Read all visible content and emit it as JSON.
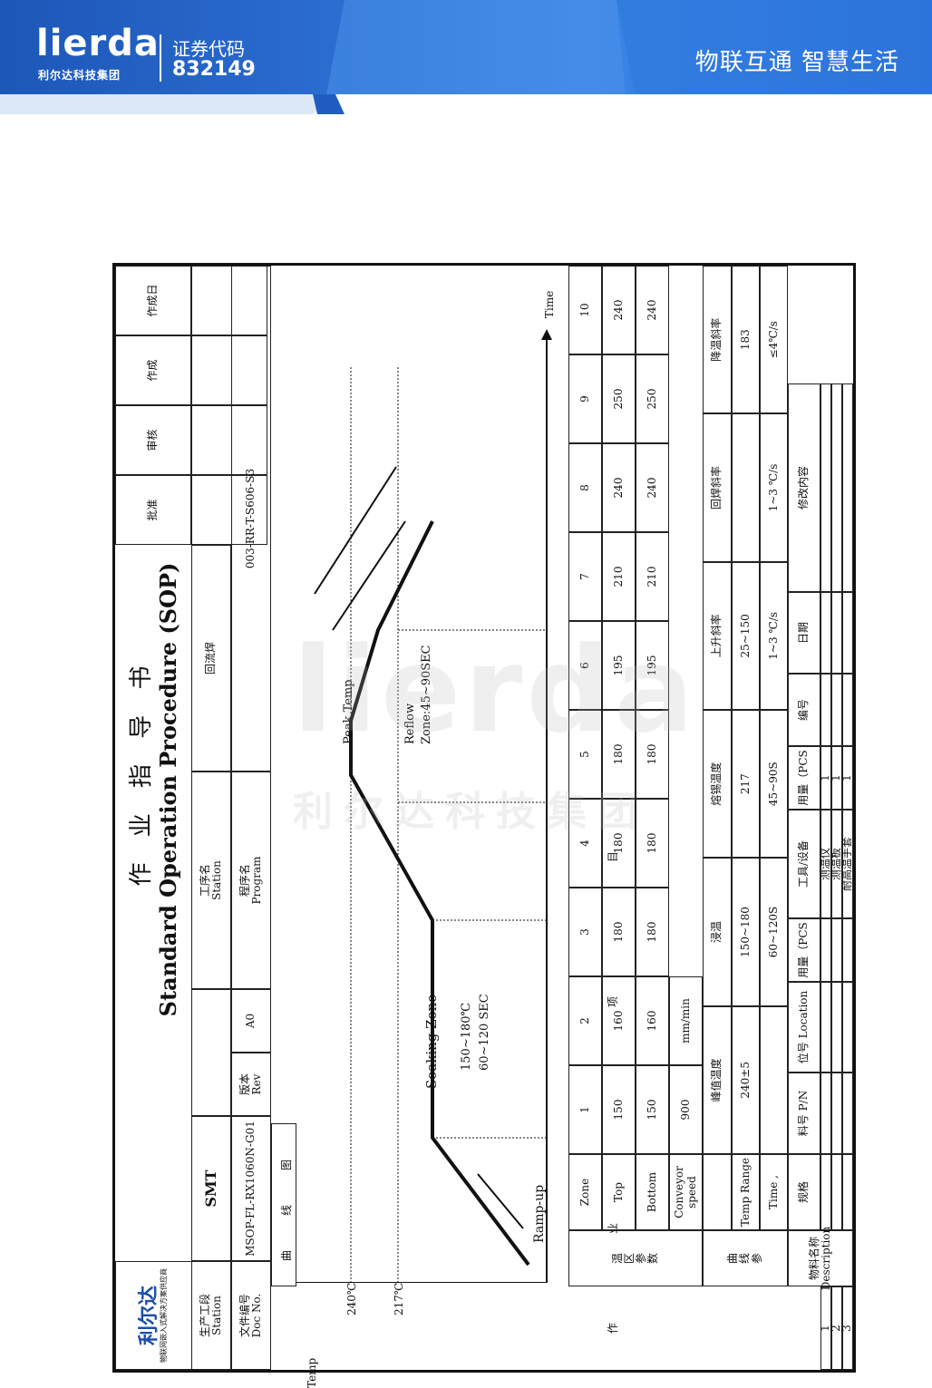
{
  "banner": {
    "logo_text": "lierda",
    "logo_sub": "利尔达科技集团",
    "stock_label": "证券代码",
    "stock_code": "832149",
    "slogan": "物联互通  智慧生活"
  },
  "watermark": {
    "text": "lierda",
    "sub": "利尔达科技集团"
  },
  "sop": {
    "company_logo": "利尔达",
    "logo_caption": "物联网嵌入式解决方案供应商",
    "title_cn": "作 业 指 导 书",
    "title_en": "Standard Operation Procedure (SOP)",
    "approve": "批准",
    "review": "审核",
    "make": "作成",
    "make_date": "作成日",
    "station_label": "生产工段",
    "station_en": "Station",
    "station_value": "SMT",
    "docno_label": "文件编号",
    "docno_en": "Doc No.",
    "docno_value": "MSOP-FL-RX1060N-G01",
    "rev_label": "版本",
    "rev_en": "Rev",
    "rev_value": "A0",
    "process_label": "工序名",
    "process_en": "Station",
    "process_value": "回流焊",
    "program_label": "程序名",
    "program_en": "Program",
    "program_value": "003-RR-T-S606-S3",
    "left_col": [
      "作",
      "业",
      "项",
      "目"
    ],
    "curve_label": [
      "曲",
      "线",
      "图"
    ],
    "zone_param_label": [
      "温",
      "区",
      "参",
      "数"
    ],
    "curve_param_label": [
      "曲",
      "线",
      "参"
    ],
    "material_label": "物料名称",
    "material_en": "Description"
  },
  "chart": {
    "temp_axis": "Temp",
    "time_axis": "Time",
    "t240": "240℃",
    "t217": "217℃",
    "ramp_up": "Ramp-up",
    "soaking_zone": "Soaking Zone",
    "soaking_range": "150~180℃",
    "soaking_time": "60~120 SEC",
    "reflow": "Reflow",
    "reflow_zone": "Zone:45~90SEC",
    "peak_temp": "Peak Temp"
  },
  "zones": {
    "header": [
      "Zone",
      "1",
      "2",
      "3",
      "4",
      "5",
      "6",
      "7",
      "8",
      "9",
      "10"
    ],
    "top": [
      "Top",
      "150",
      "160",
      "180",
      "180",
      "180",
      "195",
      "210",
      "240",
      "250",
      "240"
    ],
    "bottom": [
      "Bottom",
      "150",
      "160",
      "180",
      "180",
      "180",
      "195",
      "210",
      "240",
      "250",
      "240"
    ],
    "conveyor_label": "Conveyor  speed",
    "conveyor_value": "900",
    "conveyor_unit": "mm/min"
  },
  "curve_params": {
    "headers": [
      "峰值温度",
      "浸温",
      "熔锡温度",
      "上升斜率",
      "回焊斜率",
      "降温斜率"
    ],
    "row1_label": "Temp Range",
    "row1": [
      "240±5",
      "150~180",
      "217",
      "25~150",
      "",
      "183"
    ],
    "row2_label": "Time ,",
    "row2": [
      "",
      "60~120S",
      "45~90S",
      "1~3 ℃/s",
      "1~3 ℃/s",
      "≤4℃/s"
    ]
  },
  "materials": {
    "headers": [
      "规格",
      "料号 P/N",
      "位号 Location",
      "用量（PCS",
      "工具/设备",
      "用量（PCS",
      "编号",
      "日期",
      "修改内容"
    ],
    "rows": [
      {
        "no": "1",
        "tool": "测温仪",
        "qty": "1"
      },
      {
        "no": "2",
        "tool": "测温板",
        "qty": "1"
      },
      {
        "no": "3",
        "tool": "耐高温手套",
        "qty": "1"
      }
    ]
  }
}
